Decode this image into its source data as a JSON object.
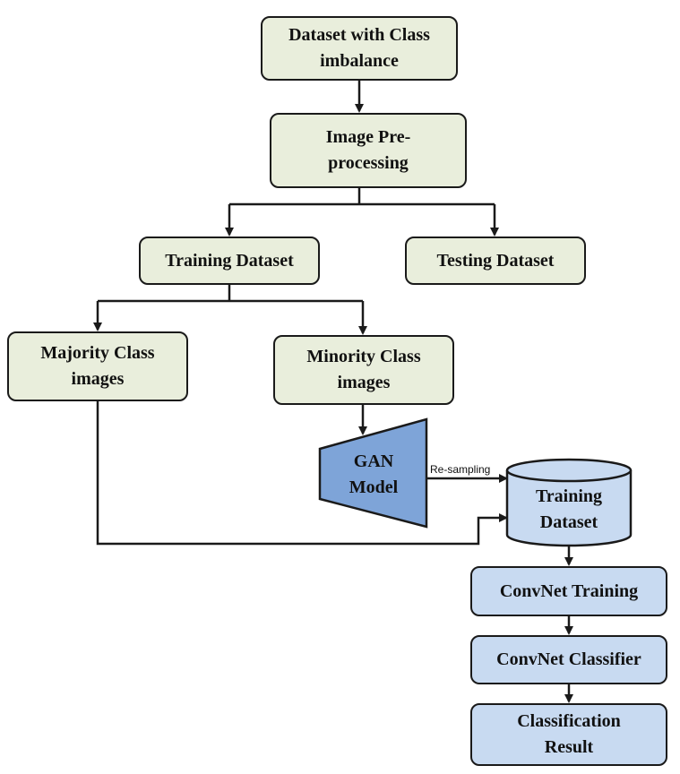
{
  "nodes": {
    "dataset": "Dataset with Class imbalance",
    "preprocessing": "Image Pre-processing",
    "training_dataset": "Training Dataset",
    "testing_dataset": "Testing Dataset",
    "majority": "Majority Class images",
    "minority": "Minority Class images",
    "gan": "GAN Model",
    "training_db": "Training Dataset",
    "convnet_training": "ConvNet Training",
    "convnet_classifier": "ConvNet Classifier",
    "result": "Classification Result"
  },
  "edges": {
    "resampling": "Re-sampling"
  },
  "colors": {
    "process_fill": "#e9eedc",
    "model_fill": "#c8daf1",
    "gan_fill": "#7ea4d8",
    "stroke": "#1a1a1a"
  }
}
